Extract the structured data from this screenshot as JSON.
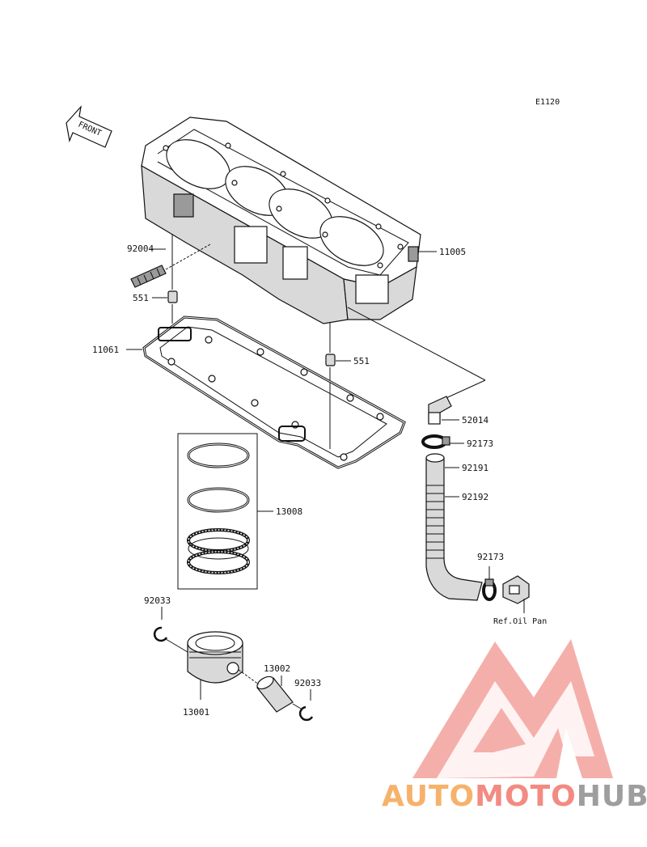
{
  "diagram": {
    "code": "E1120",
    "front_label": "FRONT",
    "parts": {
      "cylinder": "11005",
      "stud": "92004",
      "dowel_left": "551",
      "dowel_right": "551",
      "gasket": "11061",
      "ring_set": "13008",
      "pin_clip_left": "92033",
      "piston": "13001",
      "piston_pin": "13002",
      "pin_clip_right": "92033",
      "fitting": "52014",
      "clamp_top": "92173",
      "hose_end": "92191",
      "hose": "92192",
      "clamp_bottom": "92173"
    },
    "ref_oil_pan": "Ref.Oil Pan"
  },
  "watermark": {
    "part1": "AUTO",
    "part2": "MOTO",
    "part3": "HUB",
    "colors": {
      "auto": "#f6b26b",
      "moto": "#f28b82",
      "hub": "#9e9e9e",
      "triangle": "#f4a7a3"
    }
  }
}
